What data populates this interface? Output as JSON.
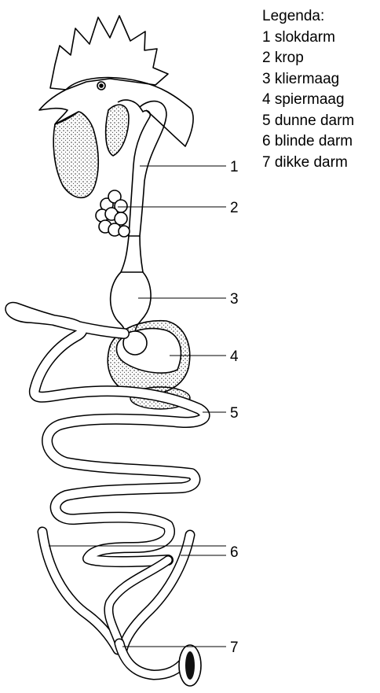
{
  "legend": {
    "title": "Legenda:",
    "items": [
      {
        "number": "1",
        "label": "slokdarm"
      },
      {
        "number": "2",
        "label": "krop"
      },
      {
        "number": "3",
        "label": "kliermaag"
      },
      {
        "number": "4",
        "label": "spiermaag"
      },
      {
        "number": "5",
        "label": "dunne darm"
      },
      {
        "number": "6",
        "label": "blinde darm"
      },
      {
        "number": "7",
        "label": "dikke darm"
      }
    ]
  },
  "colors": {
    "ink": "#000000",
    "background": "#ffffff",
    "stipple": "#333333"
  }
}
